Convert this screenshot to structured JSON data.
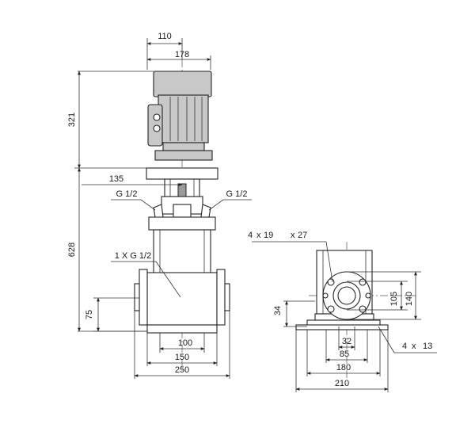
{
  "colors": {
    "line": "#222222",
    "motor_fill": "#c8c8c8",
    "background": "#ffffff"
  },
  "side_view": {
    "dims": {
      "motor_width": "110",
      "motor_total_width": "178",
      "motor_height": "321",
      "pump_height": "628",
      "coupling_width": "135",
      "inlet_height": "75",
      "base_inner": "100",
      "base_mid": "150",
      "base_outer": "250"
    },
    "ports": {
      "left_vent": "G 1/2",
      "right_vent": "G 1/2",
      "drain": "1 X G 1/2"
    }
  },
  "foot_view": {
    "bolt_holes_label": "4",
    "bolt_holes_size": "19",
    "bolt_holes_x": "x",
    "bolt_holes_depth_prefix": "x",
    "bolt_holes_depth": "27",
    "base_holes_label": "4",
    "base_holes_x": "x",
    "base_holes_size": "13",
    "dims": {
      "foot_height": "34",
      "flange_inner": "105",
      "flange_outer": "140",
      "pcd": "32",
      "bolt_spacing": "85",
      "base_width": "180",
      "base_total": "210"
    }
  }
}
